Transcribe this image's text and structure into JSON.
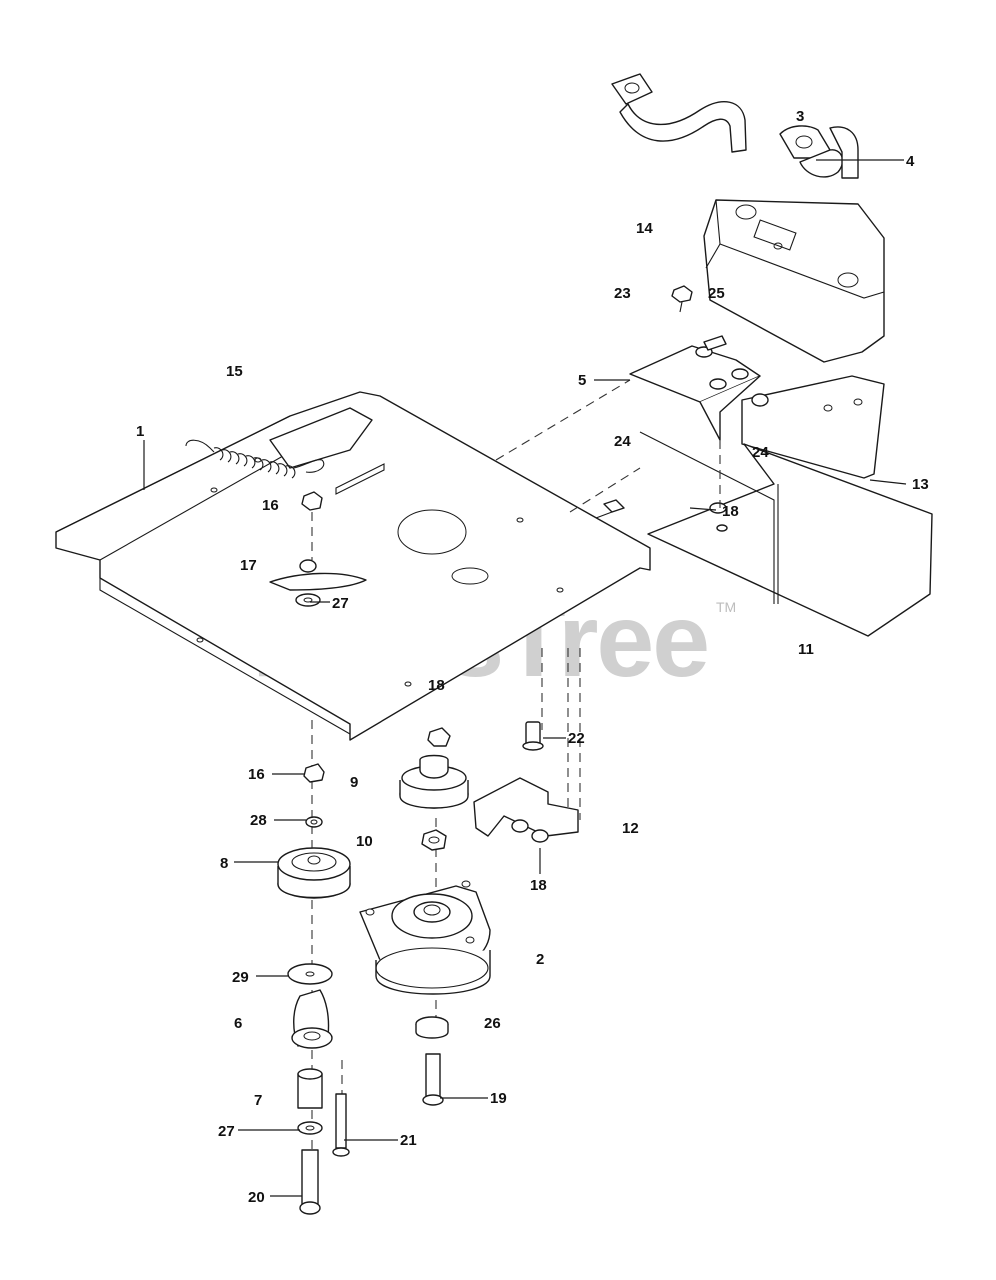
{
  "watermark": {
    "text": "PartsTree",
    "tm": "TM"
  },
  "callouts": [
    {
      "id": "c3",
      "text": "3"
    },
    {
      "id": "c4",
      "text": "4"
    },
    {
      "id": "c14",
      "text": "14"
    },
    {
      "id": "c23",
      "text": "23"
    },
    {
      "id": "c25",
      "text": "25"
    },
    {
      "id": "c15",
      "text": "15"
    },
    {
      "id": "c5",
      "text": "5"
    },
    {
      "id": "c1",
      "text": "1"
    },
    {
      "id": "c24a",
      "text": "24"
    },
    {
      "id": "c24b",
      "text": "24"
    },
    {
      "id": "c13",
      "text": "13"
    },
    {
      "id": "c16a",
      "text": "16"
    },
    {
      "id": "c18a",
      "text": "18"
    },
    {
      "id": "c17",
      "text": "17"
    },
    {
      "id": "c27a",
      "text": "27"
    },
    {
      "id": "c11",
      "text": "11"
    },
    {
      "id": "c18b",
      "text": "18"
    },
    {
      "id": "c22",
      "text": "22"
    },
    {
      "id": "c16b",
      "text": "16"
    },
    {
      "id": "c9",
      "text": "9"
    },
    {
      "id": "c28",
      "text": "28"
    },
    {
      "id": "c10",
      "text": "10"
    },
    {
      "id": "c12",
      "text": "12"
    },
    {
      "id": "c8",
      "text": "8"
    },
    {
      "id": "c18c",
      "text": "18"
    },
    {
      "id": "c2",
      "text": "2"
    },
    {
      "id": "c29",
      "text": "29"
    },
    {
      "id": "c6",
      "text": "6"
    },
    {
      "id": "c26",
      "text": "26"
    },
    {
      "id": "c7",
      "text": "7"
    },
    {
      "id": "c19",
      "text": "19"
    },
    {
      "id": "c27b",
      "text": "27"
    },
    {
      "id": "c21",
      "text": "21"
    },
    {
      "id": "c20",
      "text": "20"
    }
  ]
}
